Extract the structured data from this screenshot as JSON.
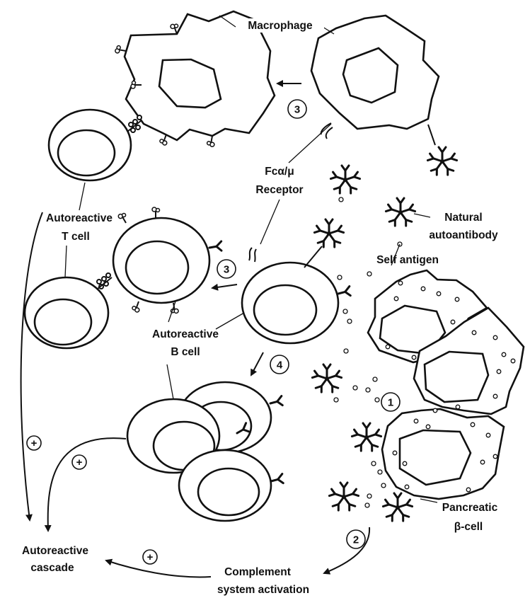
{
  "labels": {
    "macrophage": "Macrophage",
    "fc_receptor_line1": "Fcα/μ",
    "fc_receptor_line2": "Receptor",
    "natural_autoantibody_line1": "Natural",
    "natural_autoantibody_line2": "autoantibody",
    "self_antigen": "Self antigen",
    "autoreactive_t_cell_line1": "Autoreactive",
    "autoreactive_t_cell_line2": "T cell",
    "autoreactive_b_cell_line1": "Autoreactive",
    "autoreactive_b_cell_line2": "B cell",
    "pancreatic_beta_cell_line1": "Pancreatic",
    "pancreatic_beta_cell_line2": "β-cell",
    "autoreactive_cascade_line1": "Autoreactive",
    "autoreactive_cascade_line2": "cascade",
    "complement_line1": "Complement",
    "complement_line2": "system activation"
  },
  "steps": {
    "step1": "1",
    "step2": "2",
    "step3_top": "3",
    "step3_mid": "3",
    "step4": "4"
  },
  "signs": {
    "plus": "+"
  },
  "icons": [
    "macrophage-cell-icon",
    "t-cell-icon",
    "b-cell-icon",
    "beta-cell-icon",
    "antibody-pentamer-icon",
    "antigen-dot-icon",
    "receptor-icon",
    "arrow-icon",
    "plus-sign-icon"
  ]
}
